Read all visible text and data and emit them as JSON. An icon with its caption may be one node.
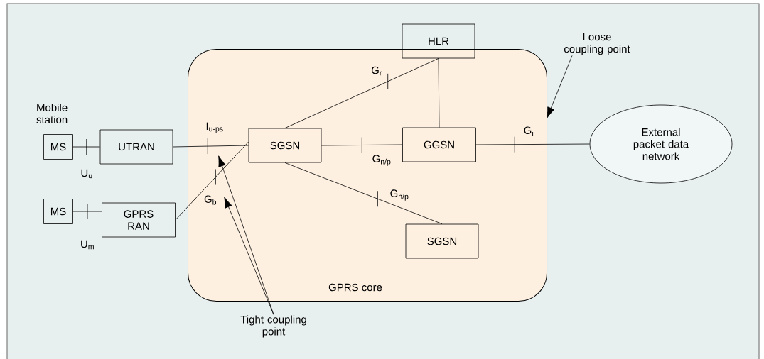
{
  "diagram": {
    "nodes": [
      {
        "text": [
          "MS"
        ],
        "beside": [
          "Mobile station"
        ]
      },
      {
        "text": [
          "UTRAN"
        ]
      },
      {
        "text": [
          "MS"
        ]
      },
      {
        "text": [
          "GPRS RAN"
        ]
      },
      {
        "text": [
          "GPRS core"
        ]
      },
      {
        "text": [
          "HLR"
        ]
      },
      {
        "text": [
          "SGSN"
        ],
        "in": 4
      },
      {
        "text": [
          "GGSN"
        ],
        "in": 4
      },
      {
        "text": [
          "SGSN"
        ],
        "in": 4
      },
      {
        "text": [
          "External packet data network"
        ]
      },
      {
        "text": [
          "Tight coupling point"
        ]
      },
      {
        "text": [
          "Loose coupling point"
        ]
      }
    ],
    "edges": [
      {
        "from": 0,
        "to": 1,
        "arrow": "none",
        "label": "U$_{u}$"
      },
      {
        "from": 2,
        "to": 3,
        "arrow": "none",
        "label": "U$_{m}$"
      },
      {
        "from": 1,
        "to": 6,
        "arrow": "none",
        "label": "I$_{u-ps}$"
      },
      {
        "from": 3,
        "to": 6,
        "arrow": "none",
        "label": "G$_{b}$"
      },
      {
        "from": 6,
        "to": 5,
        "arrow": "none",
        "label": "G$_{r}$"
      },
      {
        "from": 6,
        "to": 7,
        "arrow": "none",
        "label": "G$_{n/p}$"
      },
      {
        "from": 6,
        "to": 8,
        "arrow": "none",
        "label": "G$_{n/p}$"
      },
      {
        "from": 5,
        "to": 7,
        "arrow": "none"
      },
      {
        "from": 7,
        "to": 9,
        "arrow": "none",
        "label": "G$_{i}$"
      },
      {
        "from": 10,
        "to": null,
        "arrow": "to"
      },
      {
        "from": 10,
        "to": null,
        "arrow": "to"
      },
      {
        "from": 11,
        "to": 4,
        "arrow": "to"
      }
    ]
  }
}
